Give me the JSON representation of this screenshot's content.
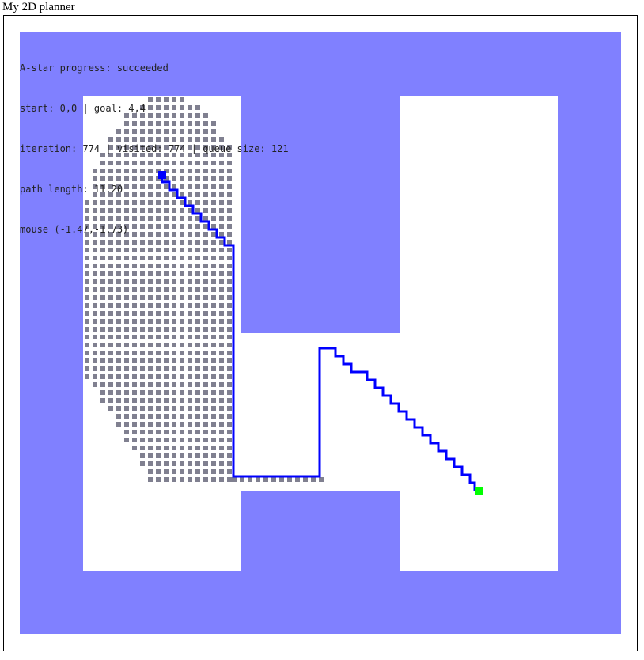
{
  "page": {
    "title": "My 2D planner"
  },
  "planner": {
    "progress_text": "A-star progress: succeeded",
    "start_goal_text": "start: 0,0 | goal: 4,4",
    "counts_text": "iteration: 774 | visited: 774 | queue size: 121",
    "path_length_text": "path length: 11.20",
    "mouse_text": "mouse (-1.47,-1.73)",
    "status": "succeeded",
    "start": [
      0,
      0
    ],
    "goal": [
      4,
      4
    ],
    "iteration": 774,
    "visited": 774,
    "queue_size": 121,
    "path_length": 11.2,
    "mouse": [
      -1.47,
      -1.73
    ]
  },
  "colors": {
    "obstacle": "#8080ff",
    "free": "#ffffff",
    "visited_cell": "#808090",
    "path": "#0000ff",
    "start_marker": "#0000ff",
    "goal_marker": "#00ff00"
  }
}
